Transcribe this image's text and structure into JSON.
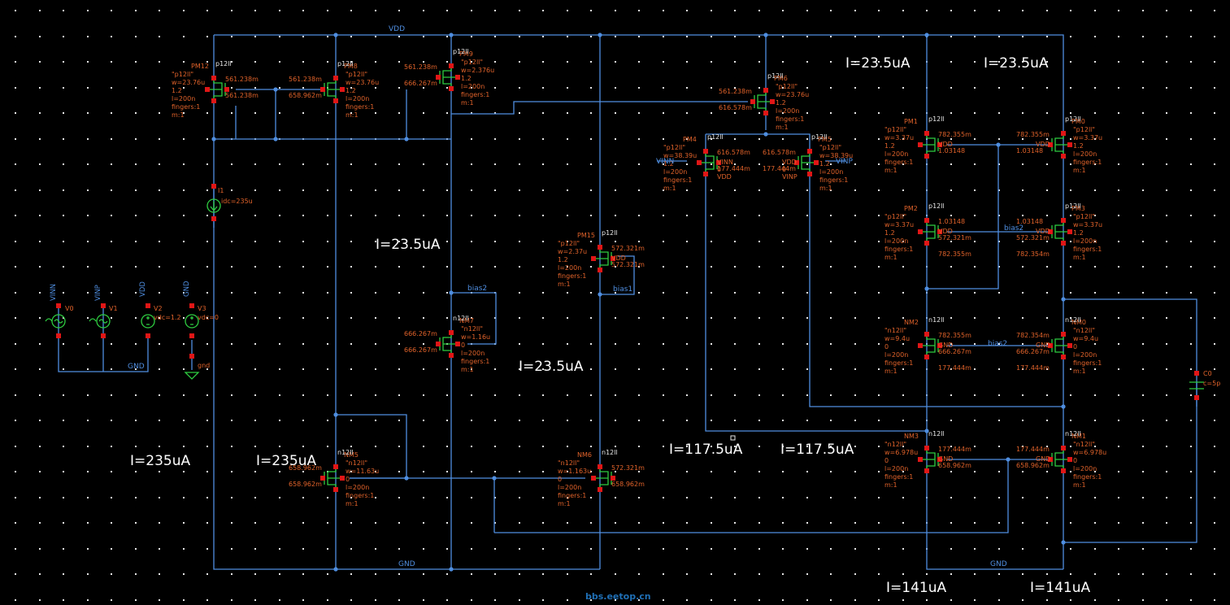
{
  "colors": {
    "background": "#000000",
    "wire": "#4f8ee0",
    "device": "#2ecc40",
    "pin": "#e01616",
    "annotation": "#e0622a",
    "highlight_text": "#ffffff"
  },
  "nets": {
    "vdd": "VDD",
    "gnd_left": "GND",
    "gnd_right": "GND",
    "gnd_sources": "GND",
    "bias1": "bias1",
    "bias2_a": "bias2",
    "bias2_b": "bias2",
    "bias2_c": "bias2",
    "vinn": "VINN",
    "vinp": "VINP"
  },
  "currents": [
    "I=23.5uA",
    "I=23.5uA",
    "I=23.5uA",
    "I=23.5uA",
    "I=235uA",
    "I=235uA",
    "I=117.5uA",
    "I=117.5uA",
    "I=141uA",
    "I=141uA"
  ],
  "sources": {
    "v0": {
      "name": "V0",
      "net": "VINN"
    },
    "v1": {
      "name": "V1",
      "net": "VINP"
    },
    "v2": {
      "name": "V2",
      "net": "VDD",
      "param": "vdc=1.2"
    },
    "v3": {
      "name": "V3",
      "net": "GND",
      "param": "vdc=0"
    },
    "i1": {
      "name": "I1",
      "param": "idc=235u"
    },
    "gnd_symbol": "gnd",
    "c0": {
      "name": "C0",
      "param": "c=5p"
    }
  },
  "devices": [
    {
      "name": "PM12",
      "model": "p12ll",
      "lines": [
        "\"p12ll\"",
        "w=23.76u",
        "1.2",
        "l=200n",
        "fingers:1",
        "m:1"
      ],
      "values": [
        "561.238m",
        "561.238m"
      ]
    },
    {
      "name": "PM8",
      "model": "p12ll",
      "lines": [
        "\"p12ll\"",
        "w=23.76u",
        "1.2",
        "l=200n",
        "fingers:1",
        "m:1"
      ],
      "values": [
        "561.238m",
        "658.962m"
      ]
    },
    {
      "name": "PM9",
      "model": "p12ll",
      "lines": [
        "\"p12ll\"",
        "w=2.376u",
        "1.2",
        "l=200n",
        "fingers:1",
        "m:1"
      ],
      "values": [
        "561.238m",
        "666.267m"
      ]
    },
    {
      "name": "PM6",
      "model": "p12ll",
      "lines": [
        "\"p12ll\"",
        "w=23.76u",
        "1.2",
        "l=200n",
        "fingers:1",
        "m:1"
      ],
      "values": [
        "561.238m",
        "616.578m"
      ]
    },
    {
      "name": "PM4",
      "model": "p12ll",
      "lines": [
        "\"p12ll\"",
        "w=38.39u",
        "1.2",
        "l=200n",
        "fingers:1",
        "m:1"
      ],
      "values": [
        "616.578m",
        "177.444m"
      ],
      "pins": [
        "VINN",
        "0",
        "VDD"
      ]
    },
    {
      "name": "PM5",
      "model": "p12ll",
      "lines": [
        "\"p12ll\"",
        "w=38.39u",
        "1.2",
        "l=200n",
        "fingers:1",
        "m:1"
      ],
      "values": [
        "616.578m",
        "177.444m"
      ],
      "pins": [
        "VDD",
        "0",
        "VINP"
      ]
    },
    {
      "name": "PM15",
      "model": "p12ll",
      "lines": [
        "\"p12ll\"",
        "w=2.37u",
        "1.2",
        "l=200n",
        "fingers:1",
        "m:1"
      ],
      "values": [
        "572.321m",
        "572.321m"
      ],
      "pins": [
        "VDD"
      ]
    },
    {
      "name": "PM1",
      "model": "p12ll",
      "lines": [
        "\"p12ll\"",
        "w=3.37u",
        "1.2",
        "l=200n",
        "fingers:1",
        "m:1"
      ],
      "values": [
        "782.355m",
        "1.03148"
      ],
      "pins": [
        "VDD"
      ]
    },
    {
      "name": "PM0",
      "model": "p12ll",
      "lines": [
        "\"p12ll\"",
        "w=3.37u",
        "1.2",
        "l=200n",
        "fingers:1",
        "m:1"
      ],
      "values": [
        "782.355m",
        "1.03148"
      ],
      "pins": [
        "VDD"
      ]
    },
    {
      "name": "PM2",
      "model": "p12ll",
      "lines": [
        "\"p12ll\"",
        "w=3.37u",
        "1.2",
        "l=200n",
        "fingers:1",
        "m:1"
      ],
      "values": [
        "1.03148",
        "572.321m",
        "782.355m"
      ],
      "pins": [
        "VDD"
      ]
    },
    {
      "name": "PM3",
      "model": "p12ll",
      "lines": [
        "\"p12ll\"",
        "w=3.37u",
        "1.2",
        "l=200n",
        "fingers:1",
        "m:1"
      ],
      "values": [
        "1.03148",
        "572.321m",
        "782.354m"
      ],
      "pins": [
        "VDD"
      ]
    },
    {
      "name": "NM7",
      "model": "n12ll",
      "lines": [
        "\"n12ll\"",
        "w=1.16u",
        "0",
        "l=200n",
        "fingers:1",
        "m:1"
      ],
      "values": [
        "666.267m",
        "666.267m"
      ]
    },
    {
      "name": "NM5",
      "model": "n12ll",
      "lines": [
        "\"n12ll\"",
        "w=11.63u",
        "0",
        "l=200n",
        "fingers:1",
        "m:1"
      ],
      "values": [
        "658.962m",
        "658.962m"
      ]
    },
    {
      "name": "NM6",
      "model": "n12ll",
      "lines": [
        "\"n12ll\"",
        "w=1.163u",
        "0",
        "l=200n",
        "fingers:1",
        "m:1"
      ],
      "values": [
        "572.321m",
        "658.962m"
      ]
    },
    {
      "name": "NM2",
      "model": "n12ll",
      "lines": [
        "\"n12ll\"",
        "w=9.4u",
        "0",
        "l=200n",
        "fingers:1",
        "m:1"
      ],
      "values": [
        "782.355m",
        "666.267m",
        "177.444m"
      ],
      "pins": [
        "GND"
      ]
    },
    {
      "name": "NM0",
      "model": "n12ll",
      "lines": [
        "\"n12ll\"",
        "w=9.4u",
        "0",
        "l=200n",
        "fingers:1",
        "m:1"
      ],
      "values": [
        "782.354m",
        "666.267m",
        "177.444m"
      ],
      "pins": [
        "GND"
      ]
    },
    {
      "name": "NM3",
      "model": "n12ll",
      "lines": [
        "\"n12ll\"",
        "w=6.978u",
        "0",
        "l=200n",
        "fingers:1",
        "m:1"
      ],
      "values": [
        "177.444m",
        "658.962m"
      ],
      "pins": [
        "GND"
      ]
    },
    {
      "name": "NM1",
      "model": "n12ll",
      "lines": [
        "\"n12ll\"",
        "w=6.978u",
        "0",
        "l=200n",
        "fingers:1",
        "m:1"
      ],
      "values": [
        "177.444m",
        "658.962m"
      ],
      "pins": [
        "GND"
      ]
    }
  ],
  "watermark": "bbs.eetop.cn"
}
